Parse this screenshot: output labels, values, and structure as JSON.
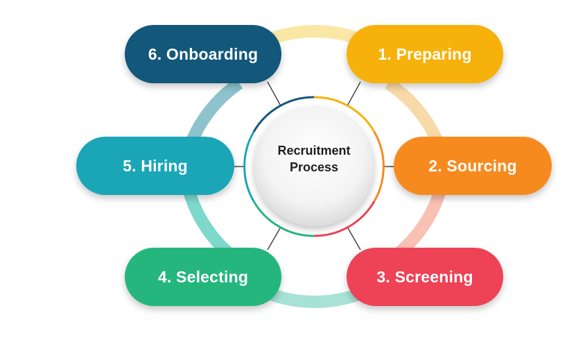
{
  "center": {
    "line1": "Recruitment",
    "line2": "Process"
  },
  "steps": [
    {
      "label": "1.  Preparing",
      "color": "#F6B10B"
    },
    {
      "label": "2.  Sourcing",
      "color": "#F68A1E"
    },
    {
      "label": "3.  Screening",
      "color": "#EE4256"
    },
    {
      "label": "4.  Selecting",
      "color": "#25B67E"
    },
    {
      "label": "5.  Hiring",
      "color": "#1AA6B7"
    },
    {
      "label": "6. Onboarding",
      "color": "#13577A"
    }
  ],
  "ring_colors": {
    "preparing_sourcing": "#F8D9A8",
    "sourcing_screening": "#F9C0B4",
    "screening_selecting": "#A8E2D6",
    "selecting_hiring": "#7FD8CC",
    "hiring_onboarding": "#8EC3CE",
    "onboarding_preparing": "#FBE7A5"
  },
  "inner_ring_colors": [
    "#F6B10B",
    "#F68A1E",
    "#EE4256",
    "#25B67E",
    "#1AA6B7",
    "#13577A"
  ]
}
